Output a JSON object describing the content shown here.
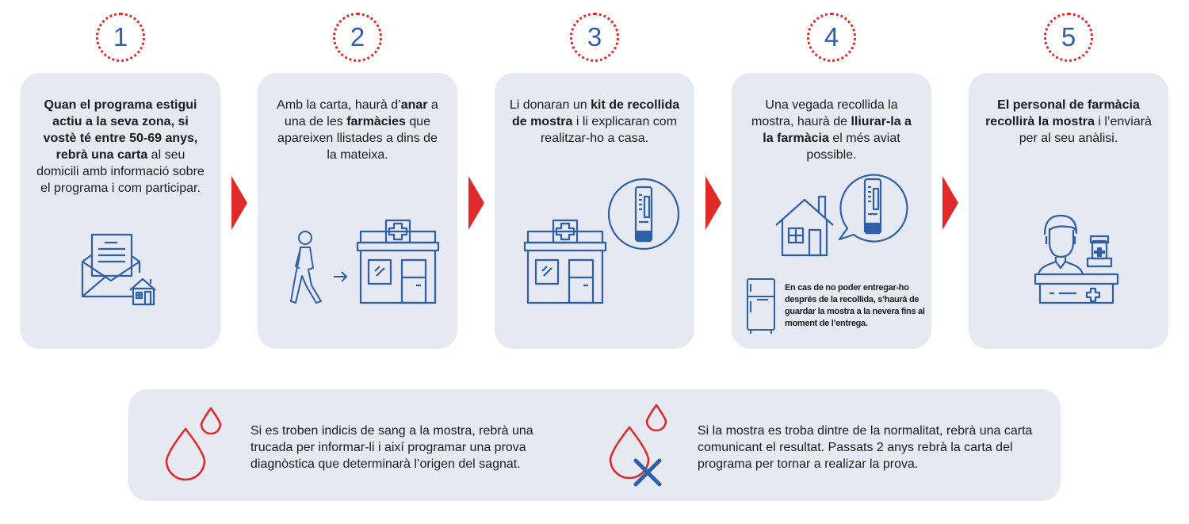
{
  "steps": [
    {
      "number": "1",
      "text": [
        {
          "t": "Quan el programa estigui actiu a la seva zona, si vostè té entre 50-69 anys, ",
          "b": true
        },
        {
          "t": "rebrà una carta",
          "b": true
        },
        {
          "t": " al seu domicili amb informació sobre el programa i com participar.",
          "b": false
        }
      ]
    },
    {
      "number": "2",
      "text": [
        {
          "t": "Amb la carta, haurà d’",
          "b": false
        },
        {
          "t": "anar",
          "b": true
        },
        {
          "t": " a una de les ",
          "b": false
        },
        {
          "t": "farmàcies",
          "b": true
        },
        {
          "t": " que apareixen llistades a dins de la mateixa.",
          "b": false
        }
      ]
    },
    {
      "number": "3",
      "text": [
        {
          "t": "Li donaran un ",
          "b": false
        },
        {
          "t": "kit de recollida de mostra",
          "b": true
        },
        {
          "t": " i li explicaran com realitzar-ho a casa.",
          "b": false
        }
      ]
    },
    {
      "number": "4",
      "text": [
        {
          "t": "Una vegada recollida la mostra, haurà de ",
          "b": false
        },
        {
          "t": "lliurar-la a la farmàcia",
          "b": true
        },
        {
          "t": " el més aviat possible.",
          "b": false
        }
      ],
      "note": "En cas de no poder entregar-ho després de la recollida, s’haurà de guardar la mostra a la nevera fins al moment de l’entrega."
    },
    {
      "number": "5",
      "text": [
        {
          "t": "El personal de farmàcia recollirà la mostra",
          "b": true
        },
        {
          "t": " i l’enviarà per al seu anàlisi.",
          "b": false
        }
      ]
    }
  ],
  "outcomes": {
    "positive": "Si es troben indicis de sang a la mostra, rebrà una trucada per informar-li i així programar una prova diagnòstica que determinarà l’origen del sagnat.",
    "negative": "Si la mostra es troba dintre de la normalitat, rebrà una carta comunicant el resultat. Passats 2 anys rebrà la carta del programa per tornar a realizar la prova."
  },
  "colors": {
    "accent_red": "#e02a2a",
    "icon_blue": "#2f5fa8",
    "card_bg": "#e6e9f2"
  },
  "icons": [
    "envelope-house-icon",
    "walking-person-icon",
    "pharmacy-icon",
    "test-kit-icon",
    "house-icon",
    "fridge-icon",
    "pharmacist-icon",
    "blood-drops-icon",
    "blood-drop-cross-icon"
  ]
}
